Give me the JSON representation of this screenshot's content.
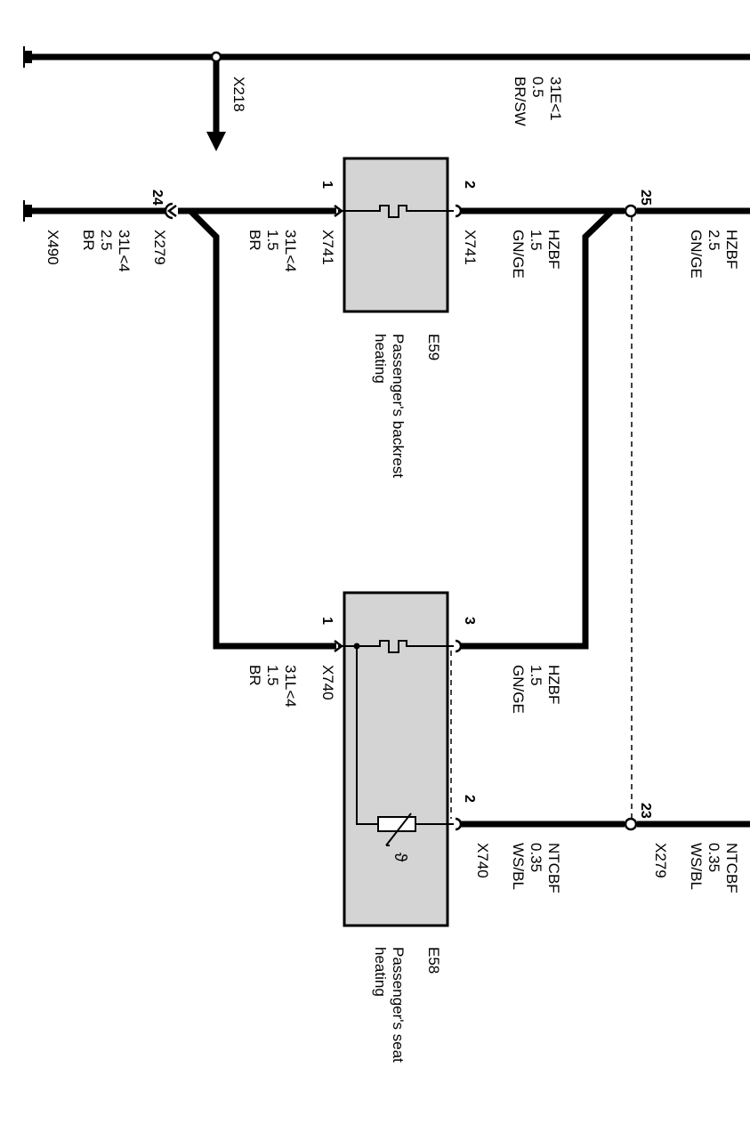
{
  "top_wire": {
    "label": "31E<1",
    "size": "0.5",
    "color": "BR/SW"
  },
  "arrow_ref": "X218",
  "left_connector": {
    "pin": "24",
    "connector": "X279",
    "wire_label": "31L<4",
    "wire_size": "2.5",
    "wire_color": "BR",
    "ground_ref": "X490"
  },
  "right_top_connector": {
    "pin": "25",
    "wire_label": "HZBF",
    "wire_size": "2.5",
    "wire_color": "GN/GE"
  },
  "right_bottom_connector": {
    "pin": "23",
    "connector": "X279",
    "wire_label": "NTCBF",
    "wire_size": "0.35",
    "wire_color": "WS/BL"
  },
  "e59": {
    "id": "E59",
    "name_line1": "Passenger's backrest",
    "name_line2": "heating",
    "pin_left": "1",
    "pin_right": "2",
    "left_wire": {
      "connector": "X741",
      "label": "31L<4",
      "size": "1.5",
      "color": "BR"
    },
    "right_wire": {
      "connector": "X741",
      "label": "HZBF",
      "size": "1.5",
      "color": "GN/GE"
    }
  },
  "e58": {
    "id": "E58",
    "name_line1": "Passenger's seat",
    "name_line2": "heating",
    "pin_left": "1",
    "pin_heater": "3",
    "pin_sensor": "2",
    "sensor_symbol": "ϑ",
    "left_wire": {
      "connector": "X740",
      "label": "31L<4",
      "size": "1.5",
      "color": "BR"
    },
    "heater_wire": {
      "label": "HZBF",
      "size": "1.5",
      "color": "GN/GE"
    },
    "sensor_wire": {
      "connector": "X740",
      "label": "NTCBF",
      "size": "0.35",
      "color": "WS/BL"
    }
  }
}
